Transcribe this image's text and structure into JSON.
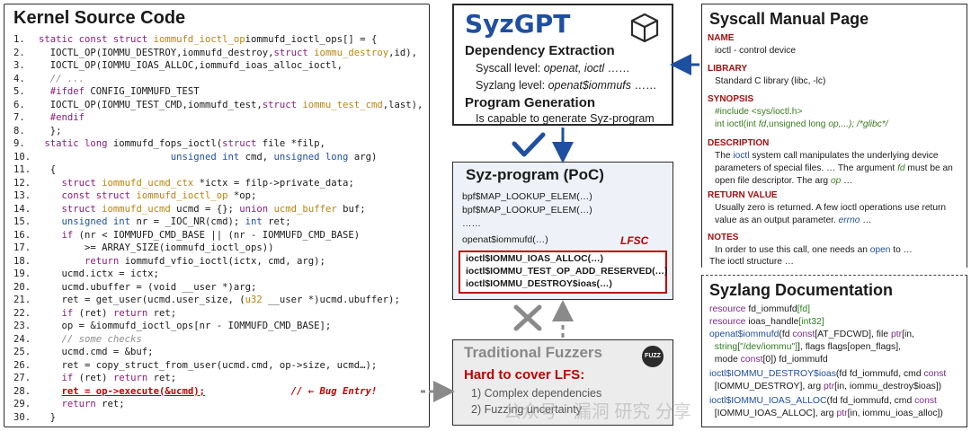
{
  "kernel": {
    "title": "Kernel Source Code",
    "lines": [
      {
        "n": "1.",
        "segs": [
          [
            "kw",
            "static const struct "
          ],
          [
            "ty",
            "iommufd_ioctl_op"
          ],
          [
            "",
            "iommufd_ioctl_ops[] = {"
          ]
        ]
      },
      {
        "n": "2.",
        "segs": [
          [
            "",
            "  IOCTL_OP(IOMMU_DESTROY,iommufd_destroy,"
          ],
          [
            "kw",
            "struct "
          ],
          [
            "ty",
            "iommu_destroy"
          ],
          [
            "",
            ",id),"
          ]
        ]
      },
      {
        "n": "3.",
        "segs": [
          [
            "",
            "  IOCTL_OP(IOMMU_IOAS_ALLOC,iommufd_ioas_alloc_ioctl,"
          ]
        ]
      },
      {
        "n": "4.",
        "segs": [
          [
            "cm",
            "  // ..."
          ]
        ]
      },
      {
        "n": "5.",
        "segs": [
          [
            "kw",
            "  #ifdef "
          ],
          [
            "",
            "CONFIG_IOMMUFD_TEST"
          ]
        ]
      },
      {
        "n": "6.",
        "segs": [
          [
            "",
            "  IOCTL_OP(IOMMU_TEST_CMD,iommufd_test,"
          ],
          [
            "kw",
            "struct "
          ],
          [
            "ty",
            "iommu_test_cmd"
          ],
          [
            "",
            ",last),"
          ]
        ]
      },
      {
        "n": "7.",
        "segs": [
          [
            "kw",
            "  #endif"
          ]
        ]
      },
      {
        "n": "8.",
        "segs": [
          [
            "",
            "  };"
          ]
        ]
      },
      {
        "n": "9.",
        "segs": [
          [
            "kw",
            " static long "
          ],
          [
            "",
            "iommufd_fops_ioctl("
          ],
          [
            "kw",
            "struct "
          ],
          [
            "",
            "file *filp,"
          ]
        ]
      },
      {
        "n": "10.",
        "segs": [
          [
            "",
            "                       "
          ],
          [
            "tb",
            "unsigned int "
          ],
          [
            "",
            "cmd, "
          ],
          [
            "tb",
            "unsigned long "
          ],
          [
            "",
            "arg)"
          ]
        ]
      },
      {
        "n": "11.",
        "segs": [
          [
            "",
            "  {"
          ]
        ]
      },
      {
        "n": "12.",
        "segs": [
          [
            "",
            "    "
          ],
          [
            "kw",
            "struct "
          ],
          [
            "ty",
            "iommufd_ucmd_ctx"
          ],
          [
            "",
            ""
          ],
          [
            "",
            ""
          ],
          [
            "",
            ""
          ],
          [
            "",
            ""
          ],
          [
            "",
            ""
          ],
          [
            "",
            ""
          ],
          [
            "",
            ""
          ],
          [
            "",
            ""
          ],
          [
            "",
            ""
          ],
          [
            "",
            ""
          ]
        ]
      },
      {
        "n": "13.",
        "segs": [
          [
            "",
            "    "
          ],
          [
            "kw",
            "const struct "
          ],
          [
            "ty",
            "iommufd_ioctl_op "
          ],
          [
            "",
            "*op;"
          ]
        ]
      },
      {
        "n": "14.",
        "segs": [
          [
            "",
            "    "
          ],
          [
            "kw",
            "struct "
          ],
          [
            "ty",
            "iommufd_ucmd "
          ],
          [
            "",
            "ucmd = {}; "
          ],
          [
            "kw",
            "union "
          ],
          [
            "ty",
            "ucmd_buffer "
          ],
          [
            "",
            "buf;"
          ]
        ]
      },
      {
        "n": "15.",
        "segs": [
          [
            "",
            "    "
          ],
          [
            "tb",
            "unsigned int "
          ],
          [
            "",
            "nr = _IOC_NR(cmd); "
          ],
          [
            "tb",
            "int "
          ],
          [
            "",
            "ret;"
          ]
        ]
      },
      {
        "n": "16.",
        "segs": [
          [
            "",
            "    "
          ],
          [
            "kw",
            "if "
          ],
          [
            "",
            "(nr < IOMMUFD_CMD_BASE || (nr - IOMMUFD_CMD_BASE)"
          ]
        ]
      },
      {
        "n": "17.",
        "segs": [
          [
            "",
            "        >= ARRAY_SIZE(iommufd_ioctl_ops))"
          ]
        ]
      },
      {
        "n": "18.",
        "segs": [
          [
            "",
            "        "
          ],
          [
            "kw",
            "return "
          ],
          [
            "",
            "iommufd_vfio_ioctl(ictx, cmd, arg);"
          ]
        ]
      },
      {
        "n": "19.",
        "segs": [
          [
            "",
            "    ucmd.ictx = ictx;"
          ]
        ]
      },
      {
        "n": "20.",
        "segs": [
          [
            "",
            "    ucmd.ubuffer = (void __user *)arg;"
          ]
        ]
      },
      {
        "n": "21.",
        "segs": [
          [
            "",
            "    ret = get_user(ucmd.user_size, ("
          ],
          [
            "ty",
            "u32 "
          ],
          [
            "",
            "__user *)ucmd.ubuffer);"
          ]
        ]
      },
      {
        "n": "22.",
        "segs": [
          [
            "",
            "    "
          ],
          [
            "kw",
            "if "
          ],
          [
            "",
            "(ret) "
          ],
          [
            "kw",
            "return "
          ],
          [
            "",
            "ret;"
          ]
        ]
      },
      {
        "n": "23.",
        "segs": [
          [
            "",
            "    op = &iommufd_ioctl_ops[nr - IOMMUFD_CMD_BASE];"
          ]
        ]
      },
      {
        "n": "24.",
        "segs": [
          [
            "cm",
            "    // some checks"
          ]
        ]
      },
      {
        "n": "25.",
        "segs": [
          [
            "",
            "    ucmd.cmd = &buf;"
          ]
        ]
      },
      {
        "n": "26.",
        "segs": [
          [
            "",
            "    ret = copy_struct_from_user(ucmd.cmd, op->size, ucmd…);"
          ]
        ]
      },
      {
        "n": "27.",
        "segs": [
          [
            "",
            "    "
          ],
          [
            "kw",
            "if "
          ],
          [
            "",
            "(ret) "
          ],
          [
            "kw",
            "return "
          ],
          [
            "",
            "ret;"
          ]
        ]
      },
      {
        "n": "28.",
        "segs": [
          [
            "",
            "    "
          ],
          [
            "bug",
            "ret = op->execute(&ucmd);"
          ],
          [
            "",
            "               "
          ],
          [
            "bugc",
            "// ← Bug Entry!"
          ]
        ]
      },
      {
        "n": "29.",
        "segs": [
          [
            "",
            "    "
          ],
          [
            "kw",
            "return "
          ],
          [
            "",
            "ret;"
          ]
        ]
      },
      {
        "n": "30.",
        "segs": [
          [
            "",
            "  }"
          ]
        ]
      }
    ],
    "line12_tail": " *ictx = filp->private_data;"
  },
  "syzgpt": {
    "title": "SyzGPT",
    "dep_heading": "Dependency Extraction",
    "syscall_label": "Syscall level: ",
    "syscall_value": "openat, ioctl",
    "syscall_tail": " ……",
    "syzlang_label": "Syzlang level: ",
    "syzlang_value": "openat$iommufs",
    "syzlang_tail": " ……",
    "gen_heading": "Program Generation",
    "gen_text": "Is capable to generate Syz-program"
  },
  "poc": {
    "title": "Syz-program (PoC)",
    "lines": [
      "bpf$MAP_LOOKUP_ELEM(…)",
      "bpf$MAP_LOOKUP_ELEM(…)",
      "……",
      "openat$iommufd(…)"
    ],
    "lfsc": "LFSC",
    "red_lines": [
      "ioctl$IOMMU_IOAS_ALLOC(…)",
      "ioctl$IOMMU_TEST_OP_ADD_RESERVED(…)",
      "ioctl$IOMMU_DESTROY$ioas(…)"
    ]
  },
  "fuzz": {
    "title": "Traditional Fuzzers",
    "logo": "FUZZ",
    "hard": "Hard to cover LFS:",
    "items": [
      "1) Complex dependencies",
      "2) Fuzzing uncertainty"
    ]
  },
  "man": {
    "title": "Syscall Manual Page",
    "name_h": "NAME",
    "name_t": "ioctl - control device",
    "lib_h": "LIBRARY",
    "lib_t": "Standard C library (libc, -lc)",
    "syn_h": "SYNOPSIS",
    "syn_1": "#include <sys/ioctl.h>",
    "syn_2a": "int ioctl(int ",
    "syn_2b": "fd",
    "syn_2c": ",unsigned long ",
    "syn_2d": "op",
    "syn_2e": ",...); /*glibc*/",
    "desc_h": "DESCRIPTION",
    "desc_a": "The ",
    "desc_b": "ioctl",
    "desc_c": " system call manipulates the underlying device parameters of special files. … The argument ",
    "desc_d": "fd",
    "desc_e": " must be an open file descriptor. The arg ",
    "desc_f": "op",
    "desc_g": " …",
    "ret_h": "RETURN VALUE",
    "ret_a": "Usually zero is returned. A few ioctl operations use return value as an output parameter. ",
    "ret_b": "errno",
    "ret_c": " …",
    "notes_h": "NOTES",
    "notes_a": "In order to use this call, one needs an ",
    "notes_b": "open",
    "notes_c": " to …",
    "notes_d": "The ioctl structure …"
  },
  "doc": {
    "title": "Syzlang Documentation",
    "l1": [
      "resource ",
      "fd_iommufd",
      "[fd]"
    ],
    "l2": [
      "resource ",
      "ioas_handle",
      "[int32]"
    ],
    "l3": [
      "openat$iommufd",
      "(fd ",
      "const",
      "[AT_FDCWD], file ",
      "ptr",
      "[in,"
    ],
    "l4": [
      "  string",
      "[\"/dev/iommu\"]",
      "], flags flags[open_flags],"
    ],
    "l5": [
      "  mode ",
      "const",
      "[0]) fd_iommufd"
    ],
    "l6": [
      "ioctl$IOMMU_DESTROY$ioas",
      "(fd fd_iommufd, cmd ",
      "const"
    ],
    "l7": [
      "  [IOMMU_DESTROY], arg ",
      "ptr",
      "[in, iommu_destroy$ioas])"
    ],
    "l8": [
      "ioctl$IOMMU_IOAS_ALLOC",
      "(fd fd_iommufd, cmd ",
      "const"
    ],
    "l9": [
      "  [IOMMU_IOAS_ALLOC], arg ",
      "ptr",
      "[in, iommu_ioas_alloc])"
    ]
  },
  "watermark": "公众号 · 漏洞 研究 分享"
}
